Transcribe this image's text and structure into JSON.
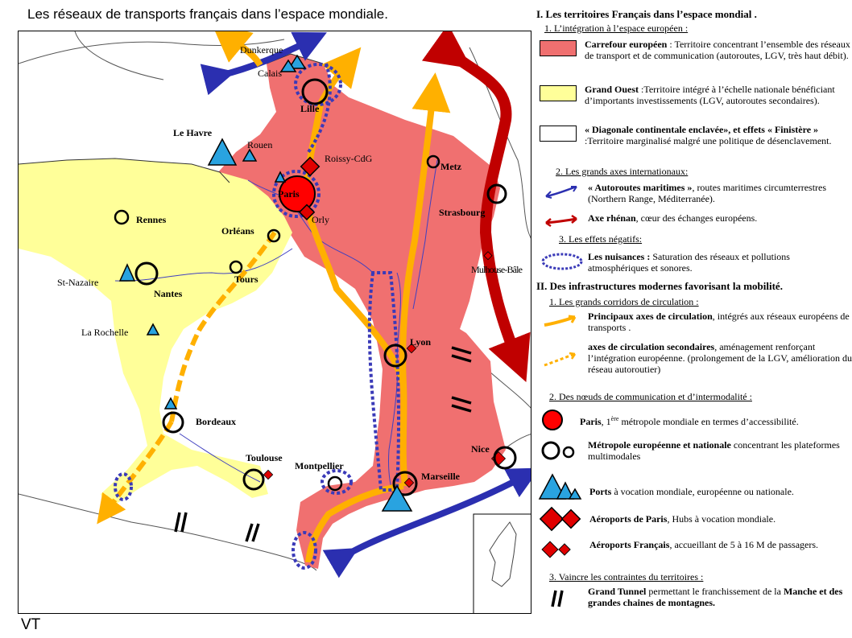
{
  "title": "Les réseaux de transports français dans l’espace mondiale.",
  "author": "VT",
  "colors": {
    "carrefour": "#f07070",
    "grand_ouest": "#ffff99",
    "diagonale": "#ffffff",
    "axe_rhenan": "#c00000",
    "autoroutes_maritimes": "#2b2fb0",
    "axes_principaux": "#ffb000",
    "nuisances": "#3a3ab8",
    "paris": "#ff0000",
    "ports": "#29a3e0",
    "airports": "#e00000"
  },
  "map": {
    "cities": {
      "dunkerque": "Dunkerque",
      "calais": "Calais",
      "lille": "Lille",
      "le_havre": "Le Havre",
      "rouen": "Rouen",
      "roissy": "Roissy-CdG",
      "paris": "Paris",
      "orly": "Orly",
      "metz": "Metz",
      "strasbourg": "Strasbourg",
      "rennes": "Rennes",
      "orleans": "Orléans",
      "tours": "Tours",
      "st_nazaire": "St-Nazaire",
      "nantes": "Nantes",
      "mulhouse": "Mulhouse-Bâle",
      "la_rochelle": "La Rochelle",
      "lyon": "Lyon",
      "bordeaux": "Bordeaux",
      "nice": "Nice",
      "toulouse": "Toulouse",
      "montpellier": "Montpellier",
      "marseille": "Marseille"
    }
  },
  "legend": {
    "section1": "I. Les territoires Français dans l’espace mondial .",
    "sub1": "1. L’intégration à l’espace européen :",
    "carrefour_bold": "Carrefour européen",
    "carrefour_text": " : Territoire concentrant l’ensemble des réseaux de transport et de communication (autoroutes, LGV, très haut débit).",
    "ouest_bold": "Grand Ouest",
    "ouest_text": " :Territoire intégré à l’échelle nationale bénéficiant d’importants investissements (LGV, autoroutes secondaires).",
    "diag_bold": "« Diagonale continentale enclavée», et effets « Finistère »",
    "diag_text": " :Territoire marginalisé malgré une politique de désenclavement.",
    "sub2": "2. Les grands axes internationaux:",
    "maritime_bold": "« Autoroutes maritimes »",
    "maritime_text": ", routes maritimes circumterrestres (Northern Range, Méditerranée).",
    "rhenan_bold": "Axe rhénan",
    "rhenan_text": ", cœur des échanges européens.",
    "sub3": "3. Les effets négatifs:",
    "nuisances_bold": "Les nuisances :",
    "nuisances_text": " Saturation des réseaux et pollutions atmosphériques et sonores.",
    "section2": "II. Des infrastructures modernes favorisant la mobilité.",
    "sub4": "1. Les grands corridors de circulation :",
    "principaux_bold": "Principaux axes de circulation",
    "principaux_text": ", intégrés aux réseaux européens de transports .",
    "secondaires_bold": "axes de circulation secondaires",
    "secondaires_text": ", aménagement renforçant l’intégration européenne. (prolongement de la LGV, amélioration du réseau autoroutier)",
    "sub5": "2. Des nœuds de communication et d’intermodalité :",
    "paris_bold": "Paris",
    "paris_text_a": ", 1",
    "paris_sup": "ère",
    "paris_text_b": " métropole mondiale en termes d’accessibilité.",
    "metro_bold": "Métropole européenne et nationale",
    "metro_text": " concentrant les plateformes multimodales",
    "ports_bold": "Ports",
    "ports_text": " à vocation mondiale, européenne ou nationale.",
    "aeroparis_bold": "Aéroports de Paris",
    "aeroparis_text": ", Hubs à vocation mondiale.",
    "aerofr_bold": "Aéroports Français",
    "aerofr_text": ", accueillant de 5 à 16 M de passagers.",
    "sub6": "3. Vaincre les contraintes du territoires :",
    "tunnel_bold_a": "Grand Tunnel",
    "tunnel_text": " permettant le franchissement de la ",
    "tunnel_bold_b": "Manche et des grandes chaines de montagnes."
  }
}
